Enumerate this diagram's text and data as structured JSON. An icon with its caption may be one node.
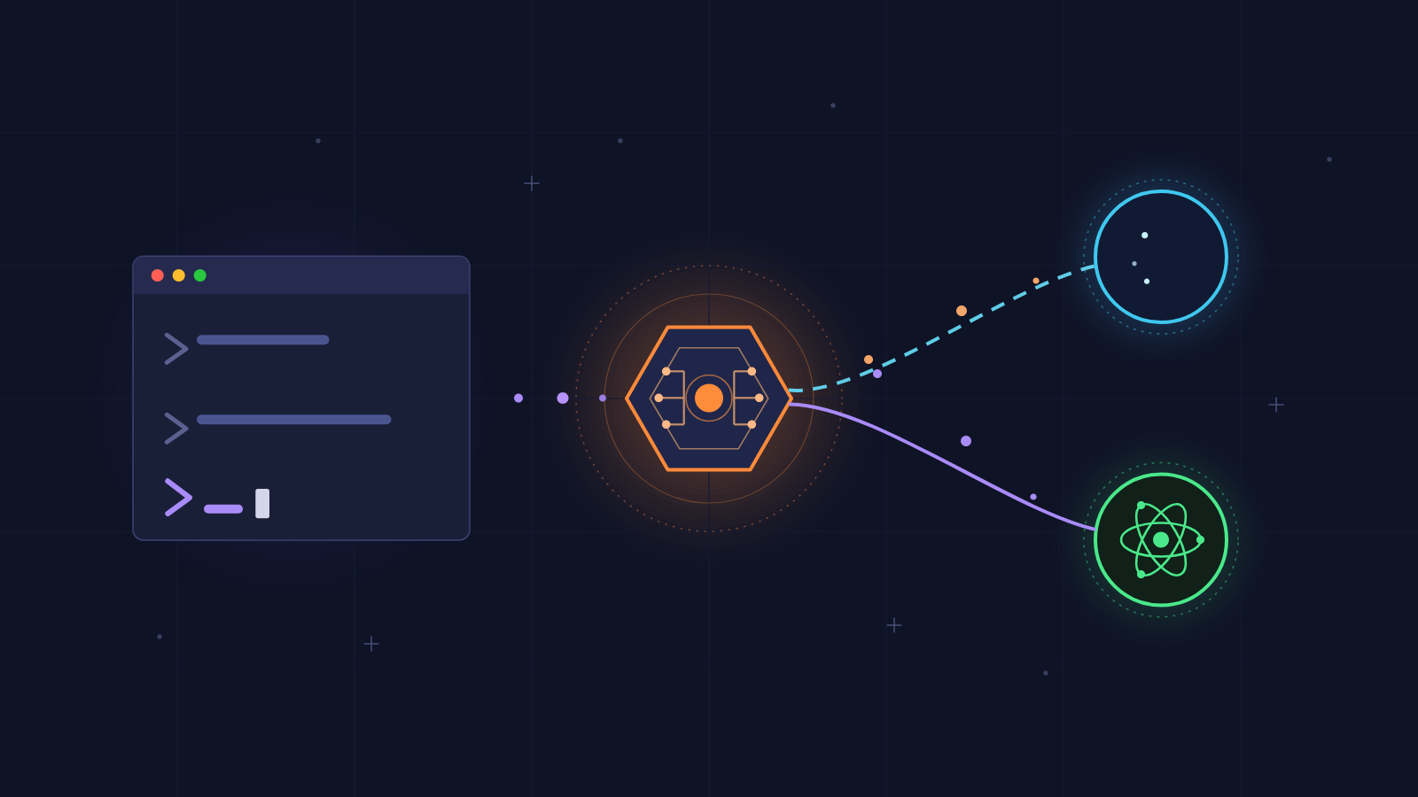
{
  "diagram": {
    "nodes": [
      {
        "text": [],
        "shape": "picture"
      },
      {
        "text": [],
        "shape": "hexagon"
      },
      {
        "text": [],
        "shape": "circle"
      },
      {
        "text": [],
        "shape": "circle"
      }
    ],
    "edges": [
      {
        "from": 1,
        "to": 2,
        "arrow": "none",
        "style": "dashed",
        "color": "#5fcde6"
      },
      {
        "from": 1,
        "to": 3,
        "arrow": "none"
      }
    ]
  }
}
